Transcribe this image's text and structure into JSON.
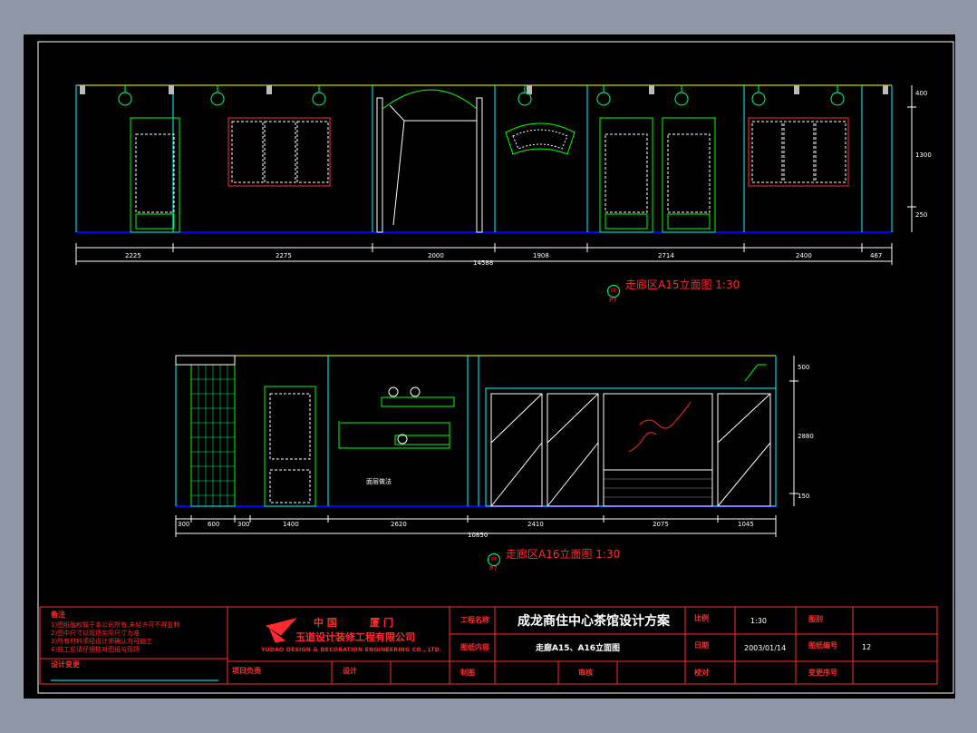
{
  "elevation_a15": {
    "title": "走廊区A15立面图  1:30",
    "circle_top": "01",
    "circle_bottom": "P7",
    "dims": [
      "2225",
      "2275",
      "2000",
      "1908",
      "2714",
      "2400",
      "467"
    ],
    "total": "14588",
    "heights": [
      "400",
      "1300",
      "250"
    ]
  },
  "elevation_a16": {
    "title": "走廊区A16立面图  1:30",
    "circle_top": "01",
    "circle_bottom": "P7",
    "dims": [
      "300",
      "600",
      "300",
      "1400",
      "2620",
      "2410",
      "2075",
      "1045"
    ],
    "total": "10850",
    "heights": [
      "500",
      "2880",
      "150"
    ],
    "annotation": "面层做法"
  },
  "title_block": {
    "notes_label": "备注",
    "notes": [
      "1)图纸版权属于本公司所有,未经许可不得复制",
      "2)图中尺寸以现场实际尺寸为准",
      "3)所有材料须经设计师确认方可施工",
      "4)施工前请仔细核对图纸与现场"
    ],
    "design_change": "设计变更",
    "company_cn_country": "中 国",
    "company_cn_city": "厦 门",
    "company_cn_name": "玉道设计装修工程有限公司",
    "company_en": "YUDAO DESIGN & DECORATION ENGINEERING CO., LTD.",
    "project_lead_label": "项目负责",
    "design_label": "设计",
    "project_name_label": "工程名称",
    "project_name": "成龙商住中心茶馆设计方案",
    "drawing_content_label": "图纸内容",
    "drawing_content": "走廊A15、A16立面图",
    "drafting_label": "制图",
    "review_label": "审核",
    "scale_label": "比例",
    "scale": "1:30",
    "date_label": "日期",
    "date": "2003/01/14",
    "check_label": "校对",
    "sheet_label": "图别",
    "sheet_no_label": "图纸编号",
    "sheet_no": "12",
    "change_no_label": "变更序号"
  }
}
